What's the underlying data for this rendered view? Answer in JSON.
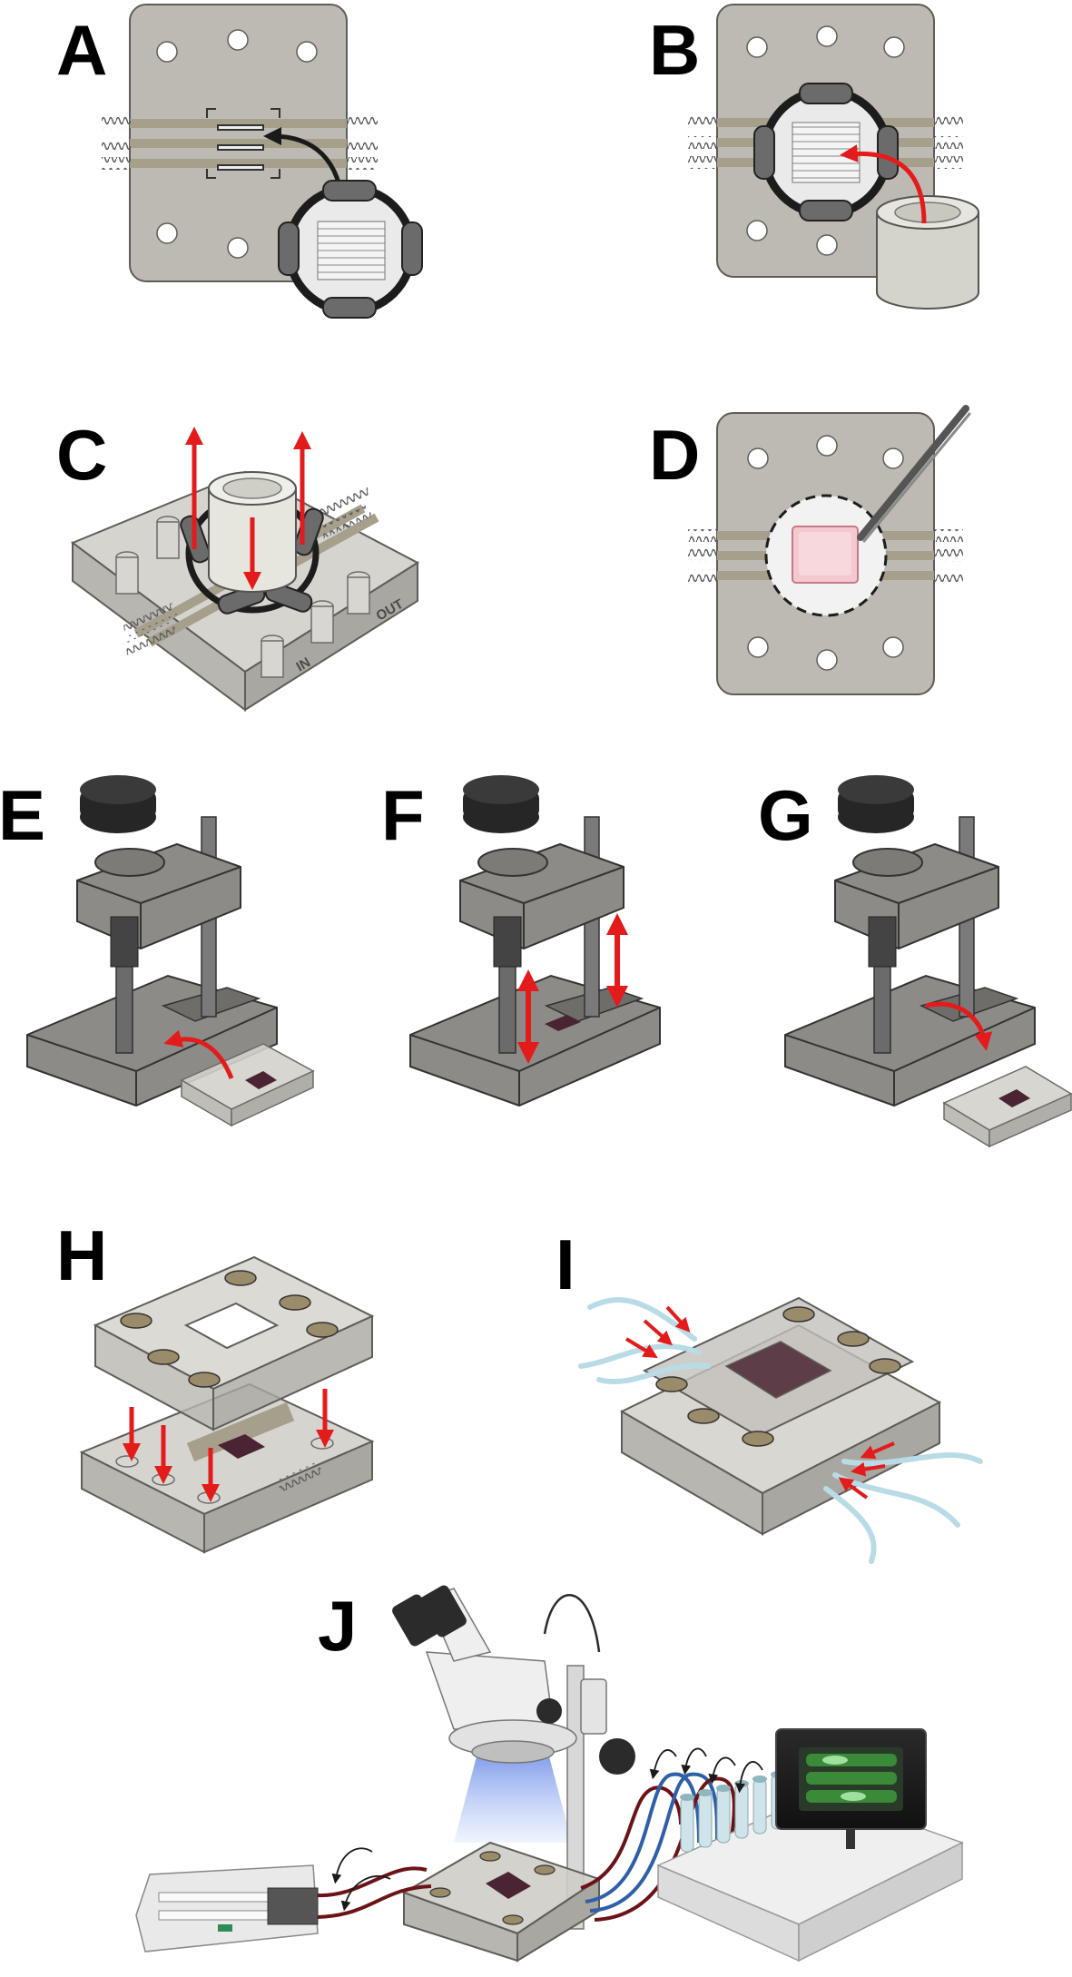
{
  "panels": {
    "a": {
      "letter": "A"
    },
    "b": {
      "letter": "B"
    },
    "c": {
      "letter": "C",
      "port_in": "IN",
      "port_out": "OUT"
    },
    "d": {
      "letter": "D"
    },
    "e": {
      "letter": "E"
    },
    "f": {
      "letter": "F"
    },
    "g": {
      "letter": "G"
    },
    "h": {
      "letter": "H"
    },
    "i": {
      "letter": "I"
    },
    "j": {
      "letter": "J"
    }
  },
  "colors": {
    "plate": "#bdbab3",
    "plate_edge": "#5f5d59",
    "channel": "#a59f8c",
    "arrow_red": "#e31b1b",
    "arrow_black": "#1a1a1a",
    "tissue": "#4a2433",
    "tubing_dark": "#6b1418",
    "tubing_blue": "#2f5fa8",
    "tubing_light": "#b9dbe6",
    "press_metal": "#8d8b87",
    "knob": "#262626"
  },
  "icons": [
    "spring-icon",
    "ring-icon",
    "cylinder-icon",
    "tweezers-icon",
    "press-icon",
    "knob-icon",
    "microscope-icon",
    "syringe-pump-icon",
    "monitor-icon",
    "tube-rack-icon"
  ]
}
